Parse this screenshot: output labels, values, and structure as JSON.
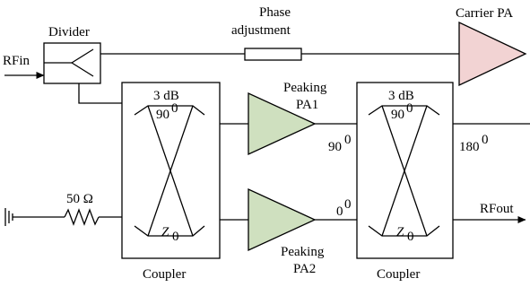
{
  "labels": {
    "rfin": "RFin",
    "divider": "Divider",
    "phase_line1": "Phase",
    "phase_line2": "adjustment",
    "carrier_pa": "Carrier PA",
    "coupler1_db": "3 dB",
    "coupler1_deg": "90",
    "coupler1_z": "Z",
    "coupler1_zsub": "0",
    "coupler1_name": "Coupler",
    "peaking1_line1": "Peaking",
    "peaking1_line2": "PA1",
    "peaking2_line1": "Peaking",
    "peaking2_line2": "PA2",
    "coupler2_db": "3 dB",
    "coupler2_deg": "90",
    "coupler2_z": "Z",
    "coupler2_zsub": "0",
    "coupler2_name": "Coupler",
    "port_90": "90",
    "port_0": "0",
    "port_180": "180",
    "degree_sup": "0",
    "resistor": "50 Ω",
    "rfout": "RFout"
  },
  "colors": {
    "carrier_pa_fill": "#f2d3d3",
    "peaking_pa_fill": "#cfe0bf"
  }
}
